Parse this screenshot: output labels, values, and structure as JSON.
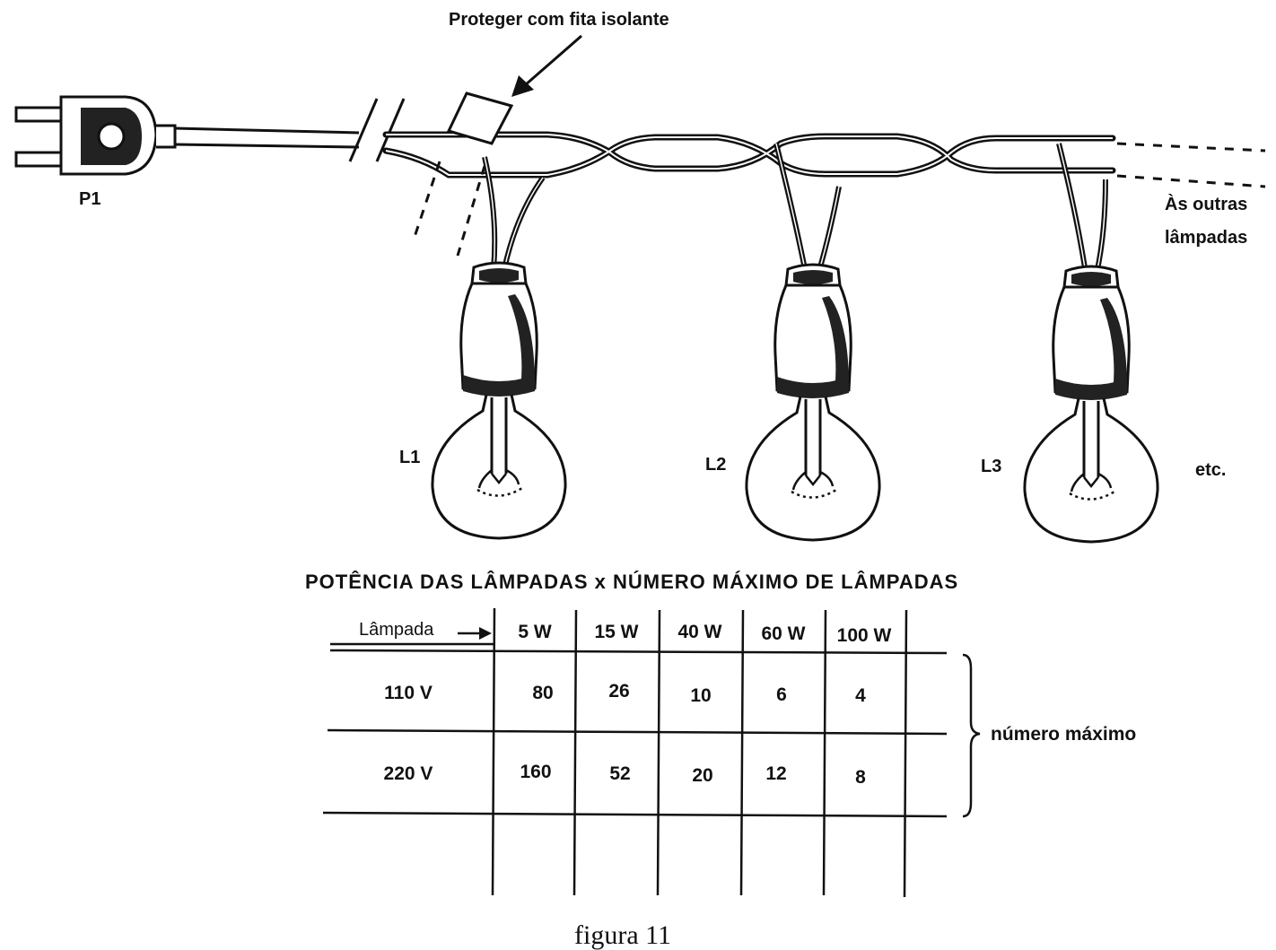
{
  "annotations": {
    "tape_note": "Proteger com fita isolante",
    "plug": "P1",
    "others_line1": "Às outras",
    "others_line2": "lâmpadas",
    "lamps": [
      "L1",
      "L2",
      "L3"
    ],
    "etc": "etc."
  },
  "table": {
    "title": "POTÊNCIA DAS LÂMPADAS  x NÚMERO MÁXIMO DE LÂMPADAS",
    "corner_label": "Lâmpada",
    "columns": [
      "5 W",
      "15 W",
      "40 W",
      "60 W",
      "100 W"
    ],
    "rows": [
      {
        "voltage": "110 V",
        "values": [
          "80",
          "26",
          "10",
          "6",
          "4"
        ]
      },
      {
        "voltage": "220 V",
        "values": [
          "160",
          "52",
          "20",
          "12",
          "8"
        ]
      }
    ],
    "bracket_label": "número máximo"
  },
  "caption": "figura 11"
}
